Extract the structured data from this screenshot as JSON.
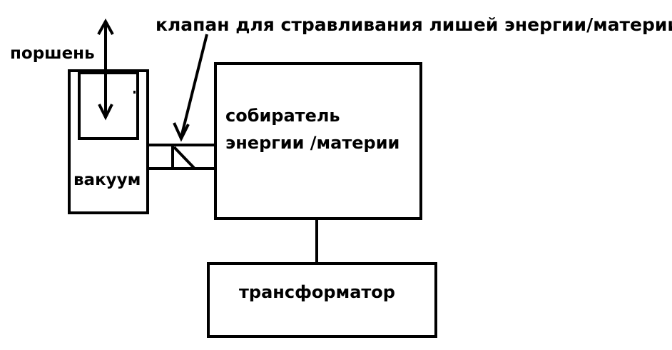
{
  "labels": {
    "valve": "клапан для стравливания лишей энергии/материи",
    "piston": "поршень",
    "vacuum": "вакуум",
    "collector_line1": "собиратель",
    "collector_line2": "энергии /материи",
    "transformer": "трансформатор"
  },
  "colors": {
    "background": "#ffffff",
    "stroke": "#000000",
    "text": "#000000"
  }
}
